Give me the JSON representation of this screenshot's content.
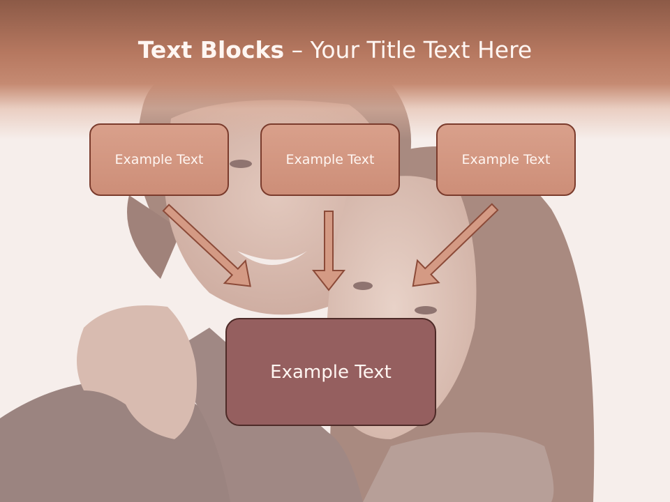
{
  "title": {
    "bold": "Text Blocks",
    "dash": " – ",
    "rest": "Your Title Text Here"
  },
  "boxes": {
    "left": "Example Text",
    "center": "Example Text",
    "right": "Example Text"
  },
  "target": {
    "label": "Example Text"
  },
  "colors": {
    "header": "#b67860",
    "box_fill": "#cd8e78",
    "box_border": "#7a3b2c",
    "target_fill": "#955f5f",
    "arrow_fill": "#d49a84"
  }
}
